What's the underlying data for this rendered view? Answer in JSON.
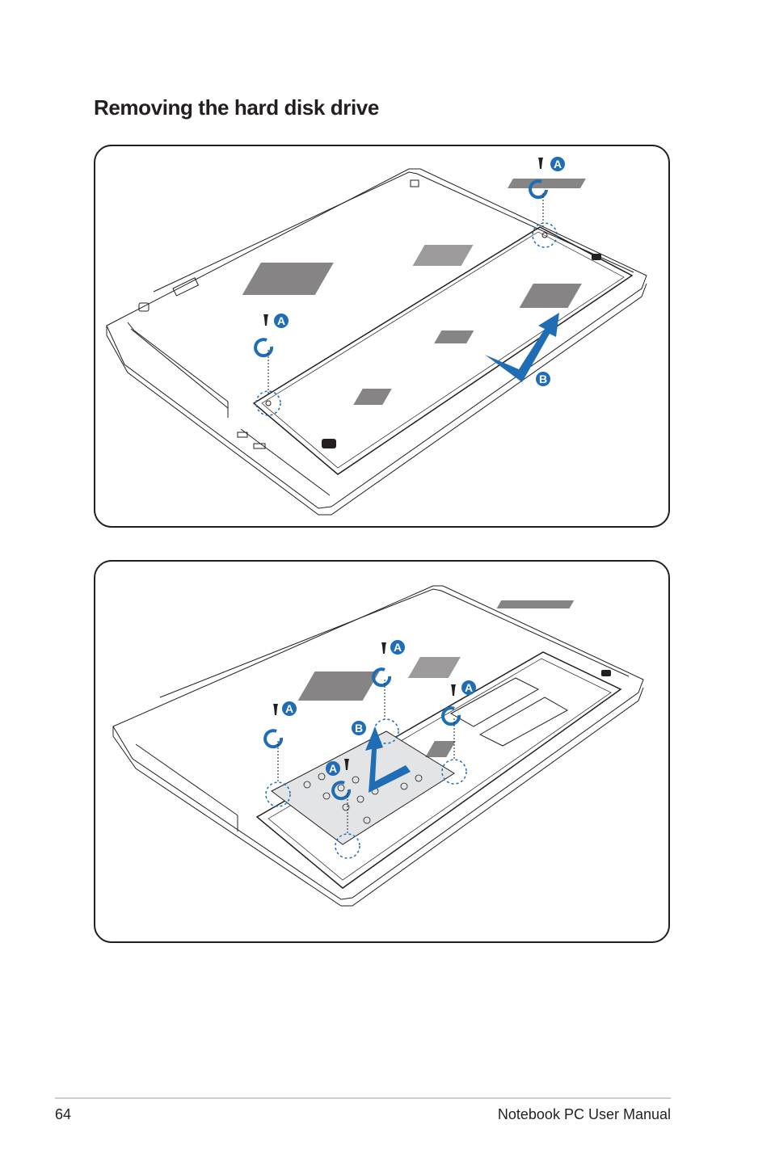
{
  "section_title": "Removing the hard disk drive",
  "callouts": {
    "a": "A",
    "b": "B"
  },
  "footer": {
    "page_number": "64",
    "manual_title": "Notebook PC User Manual"
  },
  "colors": {
    "accent": "#1f6db4",
    "line": "#231f20",
    "hdd_fill": "#e3e4e5"
  }
}
